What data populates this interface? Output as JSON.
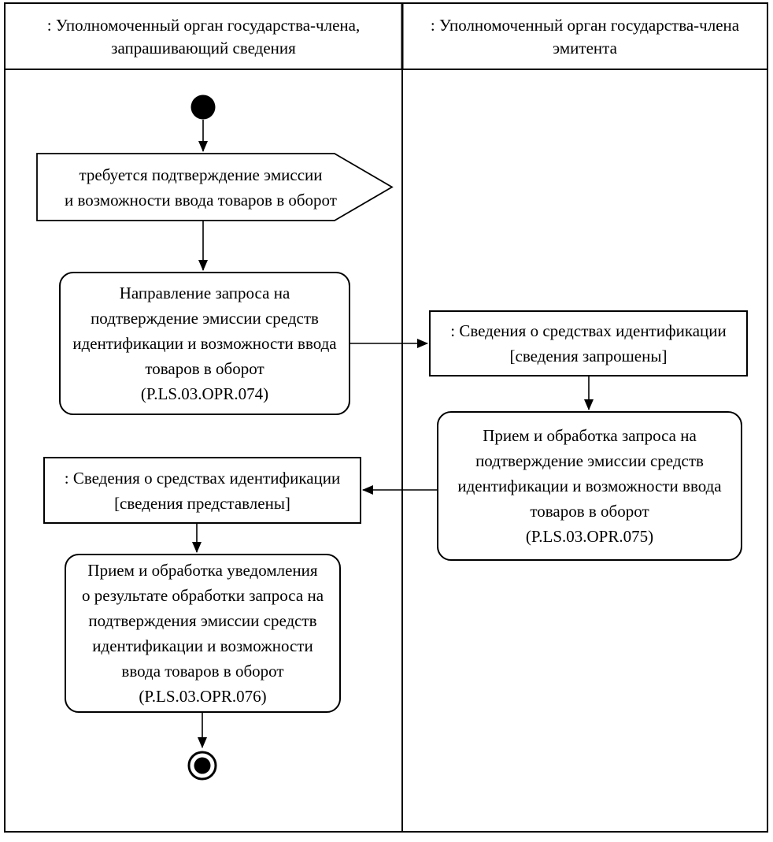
{
  "diagram": {
    "kind": "uml-activity-swimlane",
    "language": "ru",
    "colors": {
      "line": "#000000",
      "background": "#ffffff",
      "shape_fill": "#ffffff"
    },
    "lanes": {
      "left": {
        "title": [
          ": Уполномоченный орган государства-члена,",
          "запрашивающий сведения"
        ]
      },
      "right": {
        "title": [
          ": Уполномоченный орган государства-члена",
          "эмитента"
        ]
      }
    },
    "nodes": {
      "start": {
        "kind": "initial-node",
        "lane": "left"
      },
      "signal": {
        "kind": "signal-receipt",
        "lane": "left",
        "label": [
          "требуется подтверждение эмиссии",
          "и возможности ввода товаров в оборот"
        ]
      },
      "activity1": {
        "kind": "activity",
        "lane": "left",
        "label": [
          "Направление запроса на",
          "подтверждение эмиссии средств",
          "идентификации и возможности ввода",
          "товаров в оборот",
          "(P.LS.03.OPR.074)"
        ]
      },
      "object_right": {
        "kind": "object",
        "lane": "right",
        "label": [
          ": Сведения о средствах идентификации",
          "[сведения запрошены]"
        ]
      },
      "activity2": {
        "kind": "activity",
        "lane": "right",
        "label": [
          "Прием и обработка запроса на",
          "подтверждение эмиссии средств",
          "идентификации и возможности ввода",
          "товаров в оборот",
          "(P.LS.03.OPR.075)"
        ]
      },
      "object_left": {
        "kind": "object",
        "lane": "left",
        "label": [
          ": Сведения о средствах идентификации",
          "[сведения представлены]"
        ]
      },
      "activity3": {
        "kind": "activity",
        "lane": "left",
        "label": [
          "Прием и обработка уведомления",
          "о результате обработки запроса на",
          "подтверждения эмиссии средств",
          "идентификации и возможности",
          "ввода товаров в оборот",
          "(P.LS.03.OPR.076)"
        ]
      },
      "end": {
        "kind": "final-node",
        "lane": "left"
      }
    },
    "edges": [
      {
        "from": "start",
        "to": "signal"
      },
      {
        "from": "signal",
        "to": "activity1"
      },
      {
        "from": "activity1",
        "to": "object_right"
      },
      {
        "from": "object_right",
        "to": "activity2"
      },
      {
        "from": "activity2",
        "to": "object_left"
      },
      {
        "from": "object_left",
        "to": "activity3"
      },
      {
        "from": "activity3",
        "to": "end"
      }
    ]
  }
}
